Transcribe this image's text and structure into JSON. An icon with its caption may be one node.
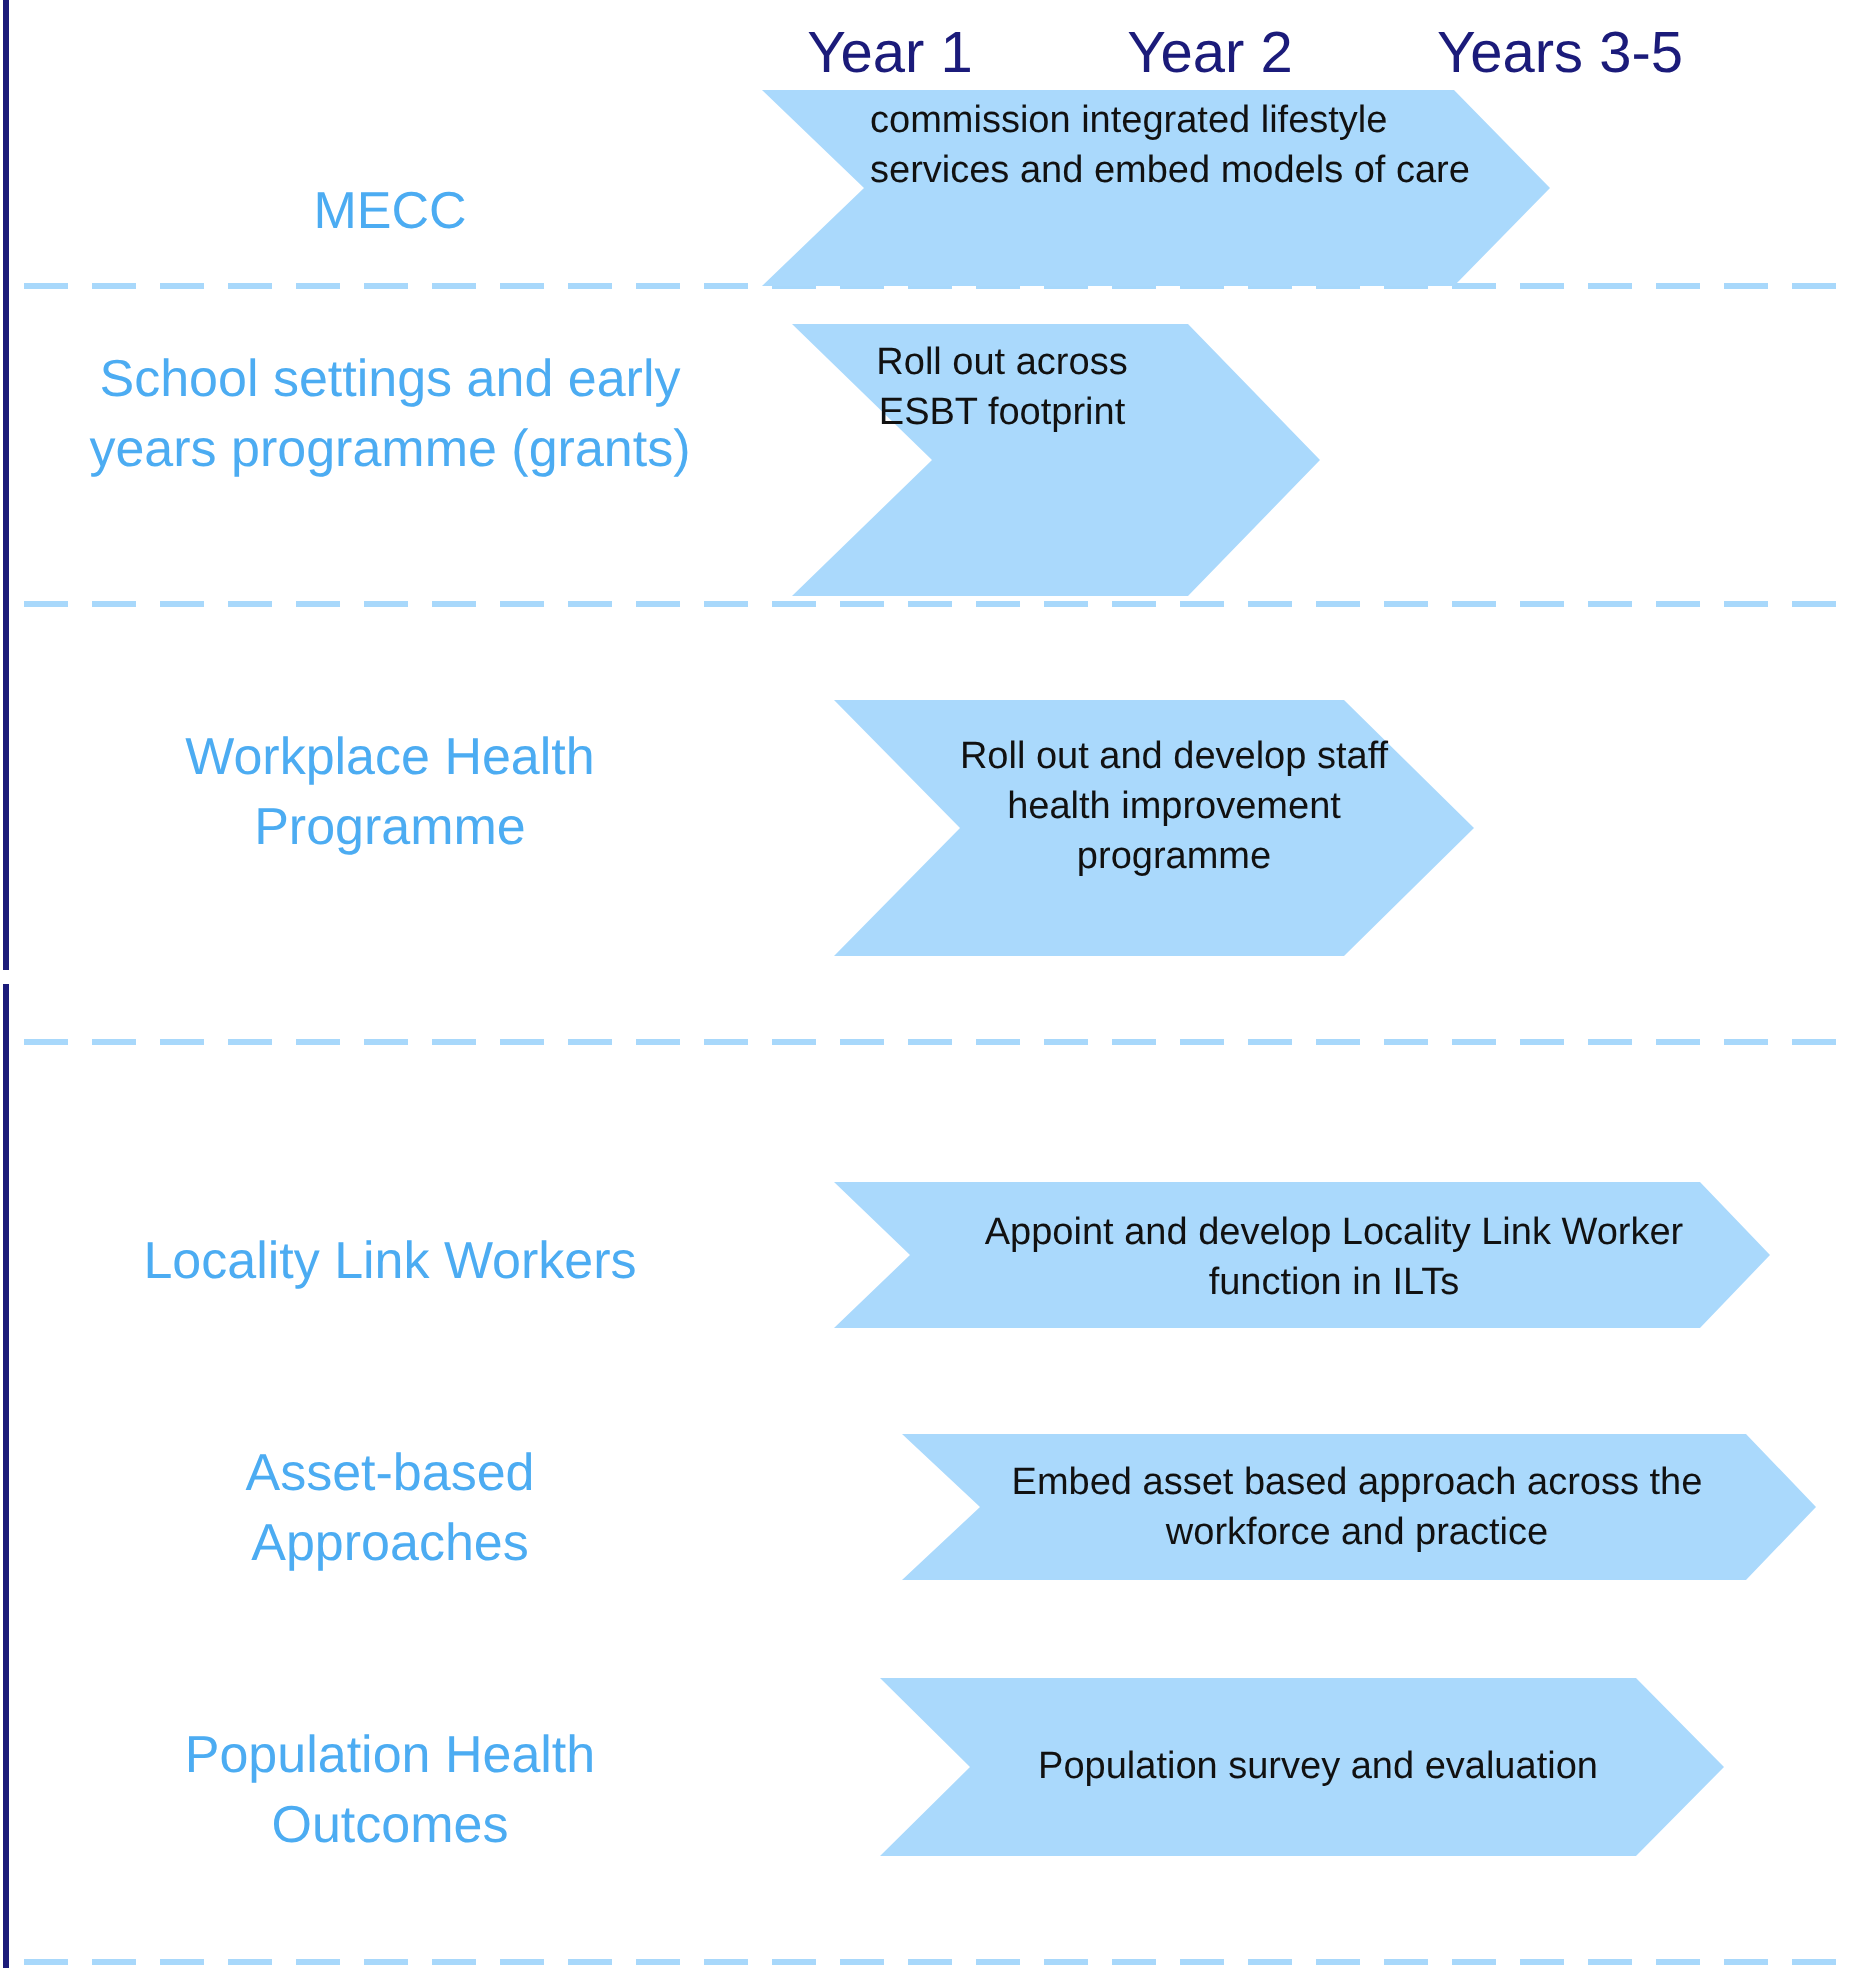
{
  "diagram": {
    "nodes": [
      {
        "text": [
          "commission integrated lifestyle services and embed models of care"
        ]
      },
      {
        "text": [
          "Roll out across ESBT footprint"
        ]
      },
      {
        "text": [
          "Roll out and develop staff health improvement programme"
        ]
      },
      {
        "text": [
          "Appoint and develop Locality Link Worker function in ILTs"
        ]
      },
      {
        "text": [
          "Embed asset based approach across the workforce and practice"
        ]
      },
      {
        "text": [
          "Population survey and evaluation"
        ]
      }
    ],
    "labels": [
      "Year 1",
      "Year 2",
      "Years 3-5",
      "MECC",
      "School settings and early years programme (grants)",
      "Workplace Health Programme",
      "Locality Link Workers",
      "Asset-based Approaches",
      "Population Health Outcomes"
    ]
  }
}
